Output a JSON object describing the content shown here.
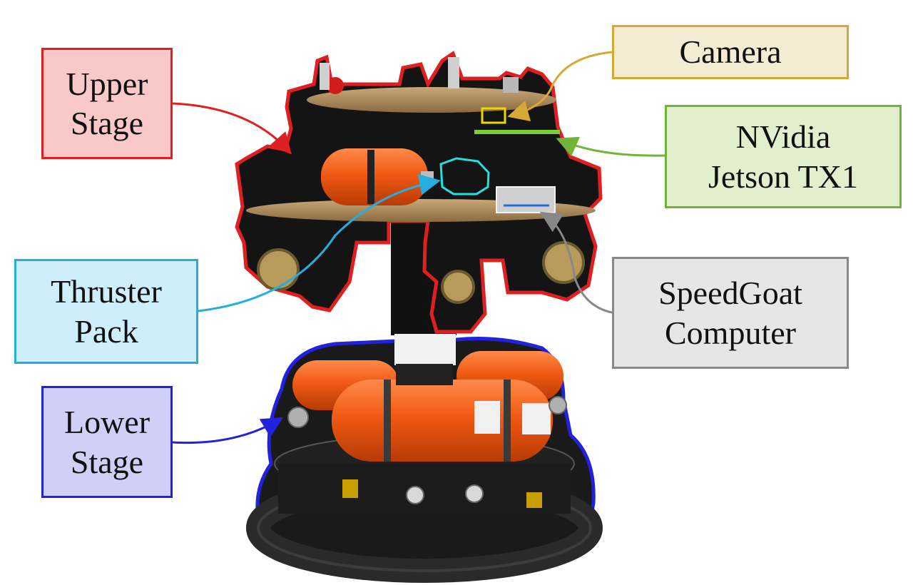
{
  "labels": {
    "upper_stage": {
      "line1": "Upper",
      "line2": "Stage"
    },
    "camera": {
      "line1": "Camera"
    },
    "nvidia": {
      "line1": "NVidia",
      "line2": "Jetson TX1"
    },
    "thruster_pack": {
      "line1": "Thruster",
      "line2": "Pack"
    },
    "speedgoat": {
      "line1": "SpeedGoat",
      "line2": "Computer"
    },
    "lower_stage": {
      "line1": "Lower",
      "line2": "Stage"
    }
  },
  "colors": {
    "upper_stage": "#e02020",
    "camera": "#d4aa35",
    "nvidia": "#72b33a",
    "thruster_pack": "#25aedd",
    "speedgoat": "#888888",
    "lower_stage": "#2222dd",
    "tank_orange": "#f05a14",
    "frame_black": "#141414"
  }
}
